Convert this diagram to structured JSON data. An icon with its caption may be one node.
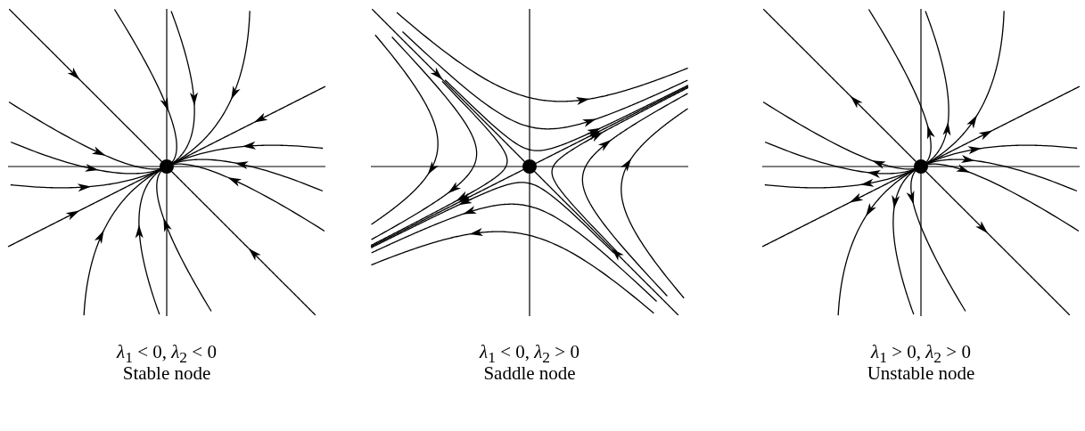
{
  "diagram": {
    "labels": [
      "*λ*$_{1}$ < 0, *λ*$_{2}$ < 0",
      "*λ*$_{1}$ < 0, *λ*$_{2}$ > 0",
      "*λ*$_{1}$ > 0, *λ*$_{2}$ > 0",
      "Stable node",
      "Saddle node",
      "Unstable node"
    ]
  }
}
